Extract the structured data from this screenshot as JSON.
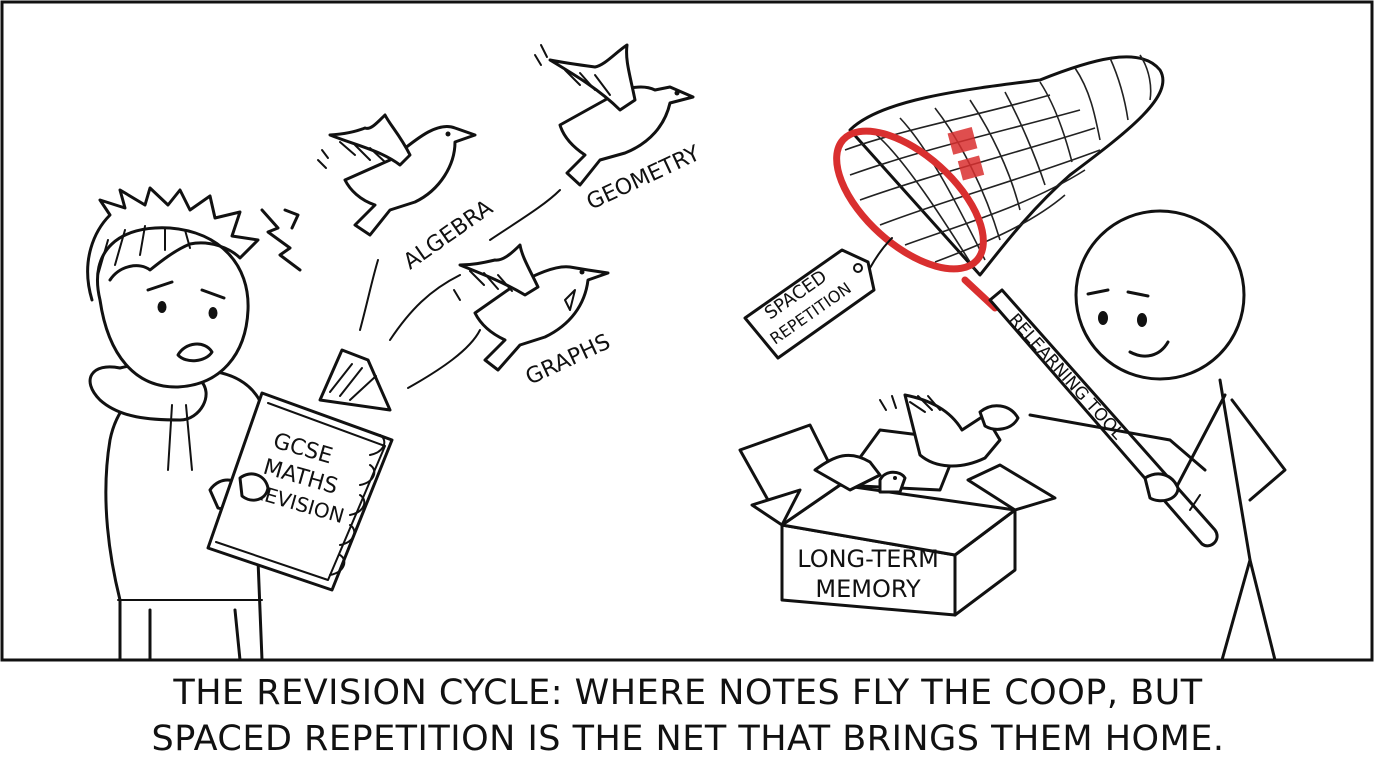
{
  "panel": {
    "book_label": [
      "GCSE",
      "MATHS",
      "REVISION"
    ],
    "bird_labels": {
      "algebra": "ALGEBRA",
      "geometry": "GEOMETRY",
      "graphs": "GRAPHS"
    },
    "tag_label": [
      "SPACED",
      "REPETITION"
    ],
    "net_handle_label": "RELEARNING TOOL",
    "box_label": [
      "LONG-TERM",
      "MEMORY"
    ],
    "colors": {
      "net_rim": "#d92f2f",
      "ink": "#111111",
      "background": "#ffffff"
    }
  },
  "caption": {
    "line1": "THE REVISION CYCLE: WHERE NOTES FLY THE COOP, BUT",
    "line2": "SPACED REPETITION IS THE NET THAT BRINGS THEM HOME."
  }
}
